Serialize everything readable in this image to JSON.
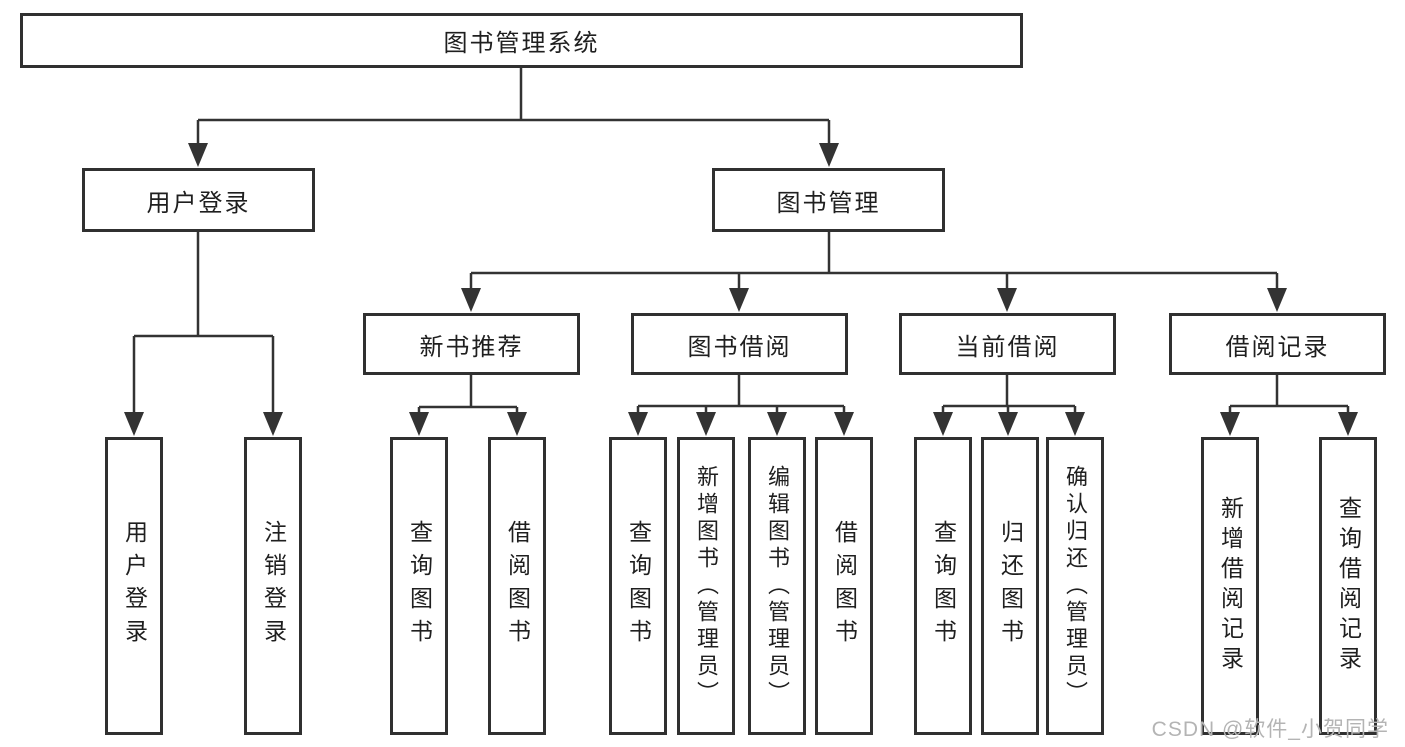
{
  "diagram": {
    "title_node": {
      "label": "图书管理系统"
    },
    "level2": [
      {
        "label": "用户登录"
      },
      {
        "label": "图书管理"
      }
    ],
    "level3": [
      {
        "label": "新书推荐"
      },
      {
        "label": "图书借阅"
      },
      {
        "label": "当前借阅"
      },
      {
        "label": "借阅记录"
      }
    ],
    "leaves": [
      {
        "label": "用户登录"
      },
      {
        "label": "注销登录"
      },
      {
        "label": "查询图书"
      },
      {
        "label": "借阅图书"
      },
      {
        "label": "查询图书"
      },
      {
        "label": "新增图书（管理员）"
      },
      {
        "label": "编辑图书（管理员）"
      },
      {
        "label": "借阅图书"
      },
      {
        "label": "查询图书"
      },
      {
        "label": "归还图书"
      },
      {
        "label": "确认归还（管理员）"
      },
      {
        "label": "新增借阅记录"
      },
      {
        "label": "查询借阅记录"
      }
    ],
    "line_color": "#333333",
    "box_border_color": "#303030",
    "background_color": "#ffffff"
  },
  "watermark": {
    "text": "CSDN @软件_小贺同学",
    "color": "#b4b4b4"
  }
}
